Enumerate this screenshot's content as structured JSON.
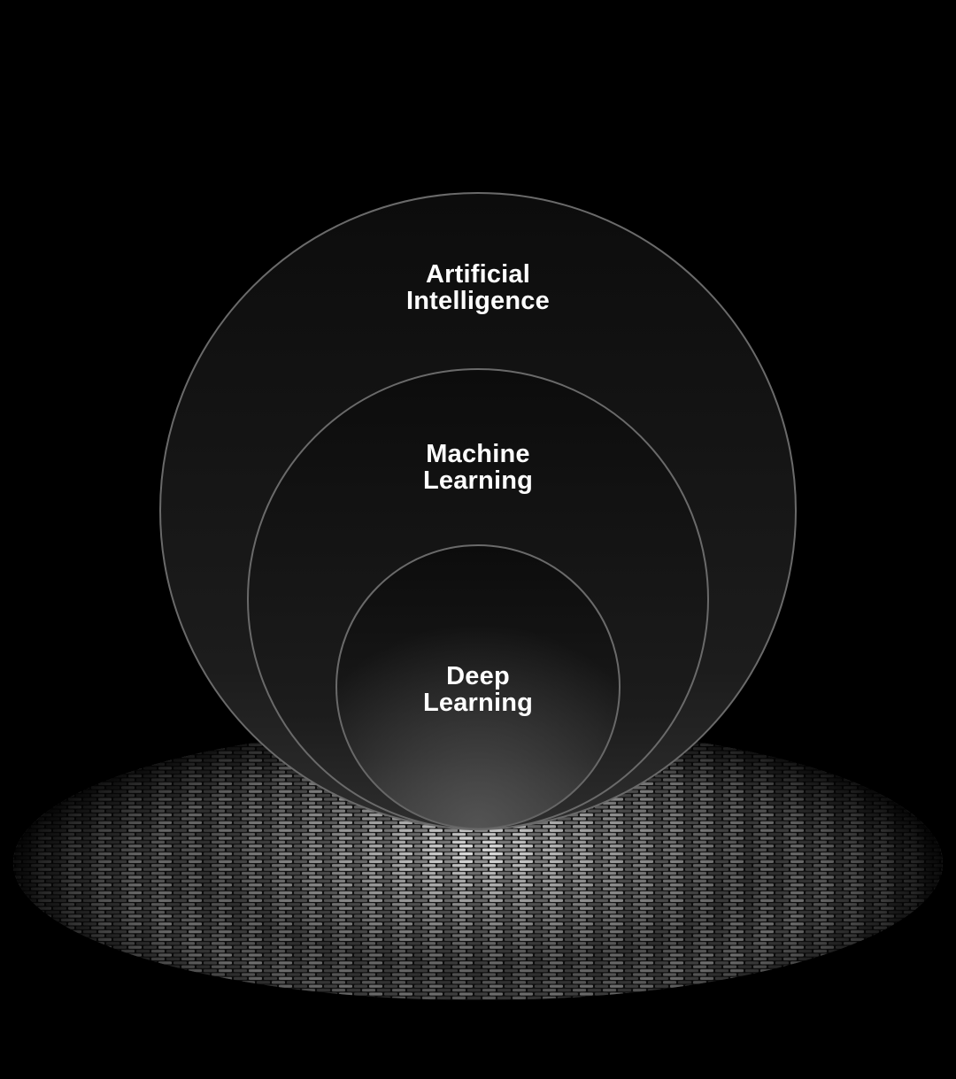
{
  "diagram": {
    "type": "nested-circles",
    "circles": [
      {
        "id": "ai",
        "label_lines": [
          "Artificial",
          "Intelligence"
        ]
      },
      {
        "id": "ml",
        "label_lines": [
          "Machine",
          "Learning"
        ]
      },
      {
        "id": "dl",
        "label_lines": [
          "Deep",
          "Learning"
        ]
      }
    ],
    "nesting": "Deep Learning ⊂ Machine Learning ⊂ Artificial Intelligence"
  },
  "colors": {
    "background": "#000000",
    "circle_fill_top": "#0e0e0e",
    "circle_fill_bottom": "#2a2a2a",
    "circle_stroke": "#6a6a6a",
    "label": "#ffffff",
    "woven_surface": "#8a8a8a"
  }
}
